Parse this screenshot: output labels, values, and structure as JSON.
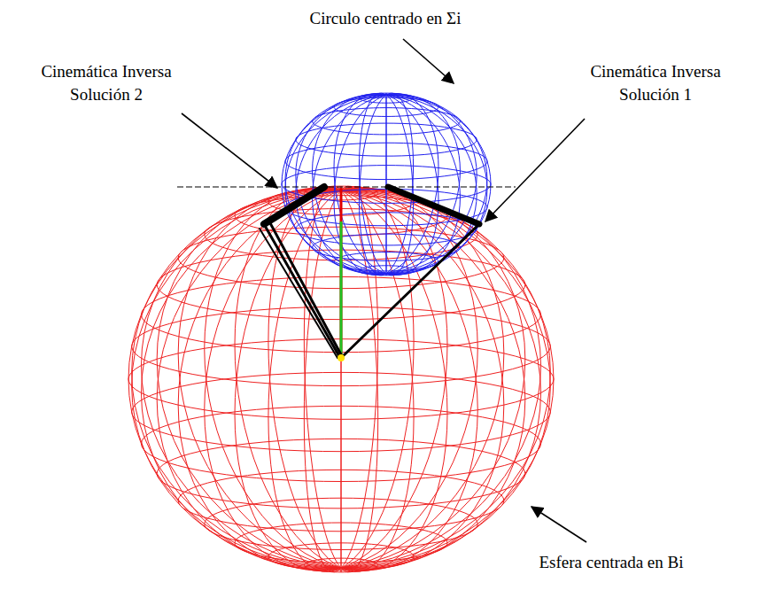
{
  "diagram": {
    "labels": [
      "Circulo centrado en Σi",
      "Cinemática Inversa Solución 2",
      "Cinemática Inversa Solución 1",
      "Esfera centrada en Bi"
    ]
  }
}
